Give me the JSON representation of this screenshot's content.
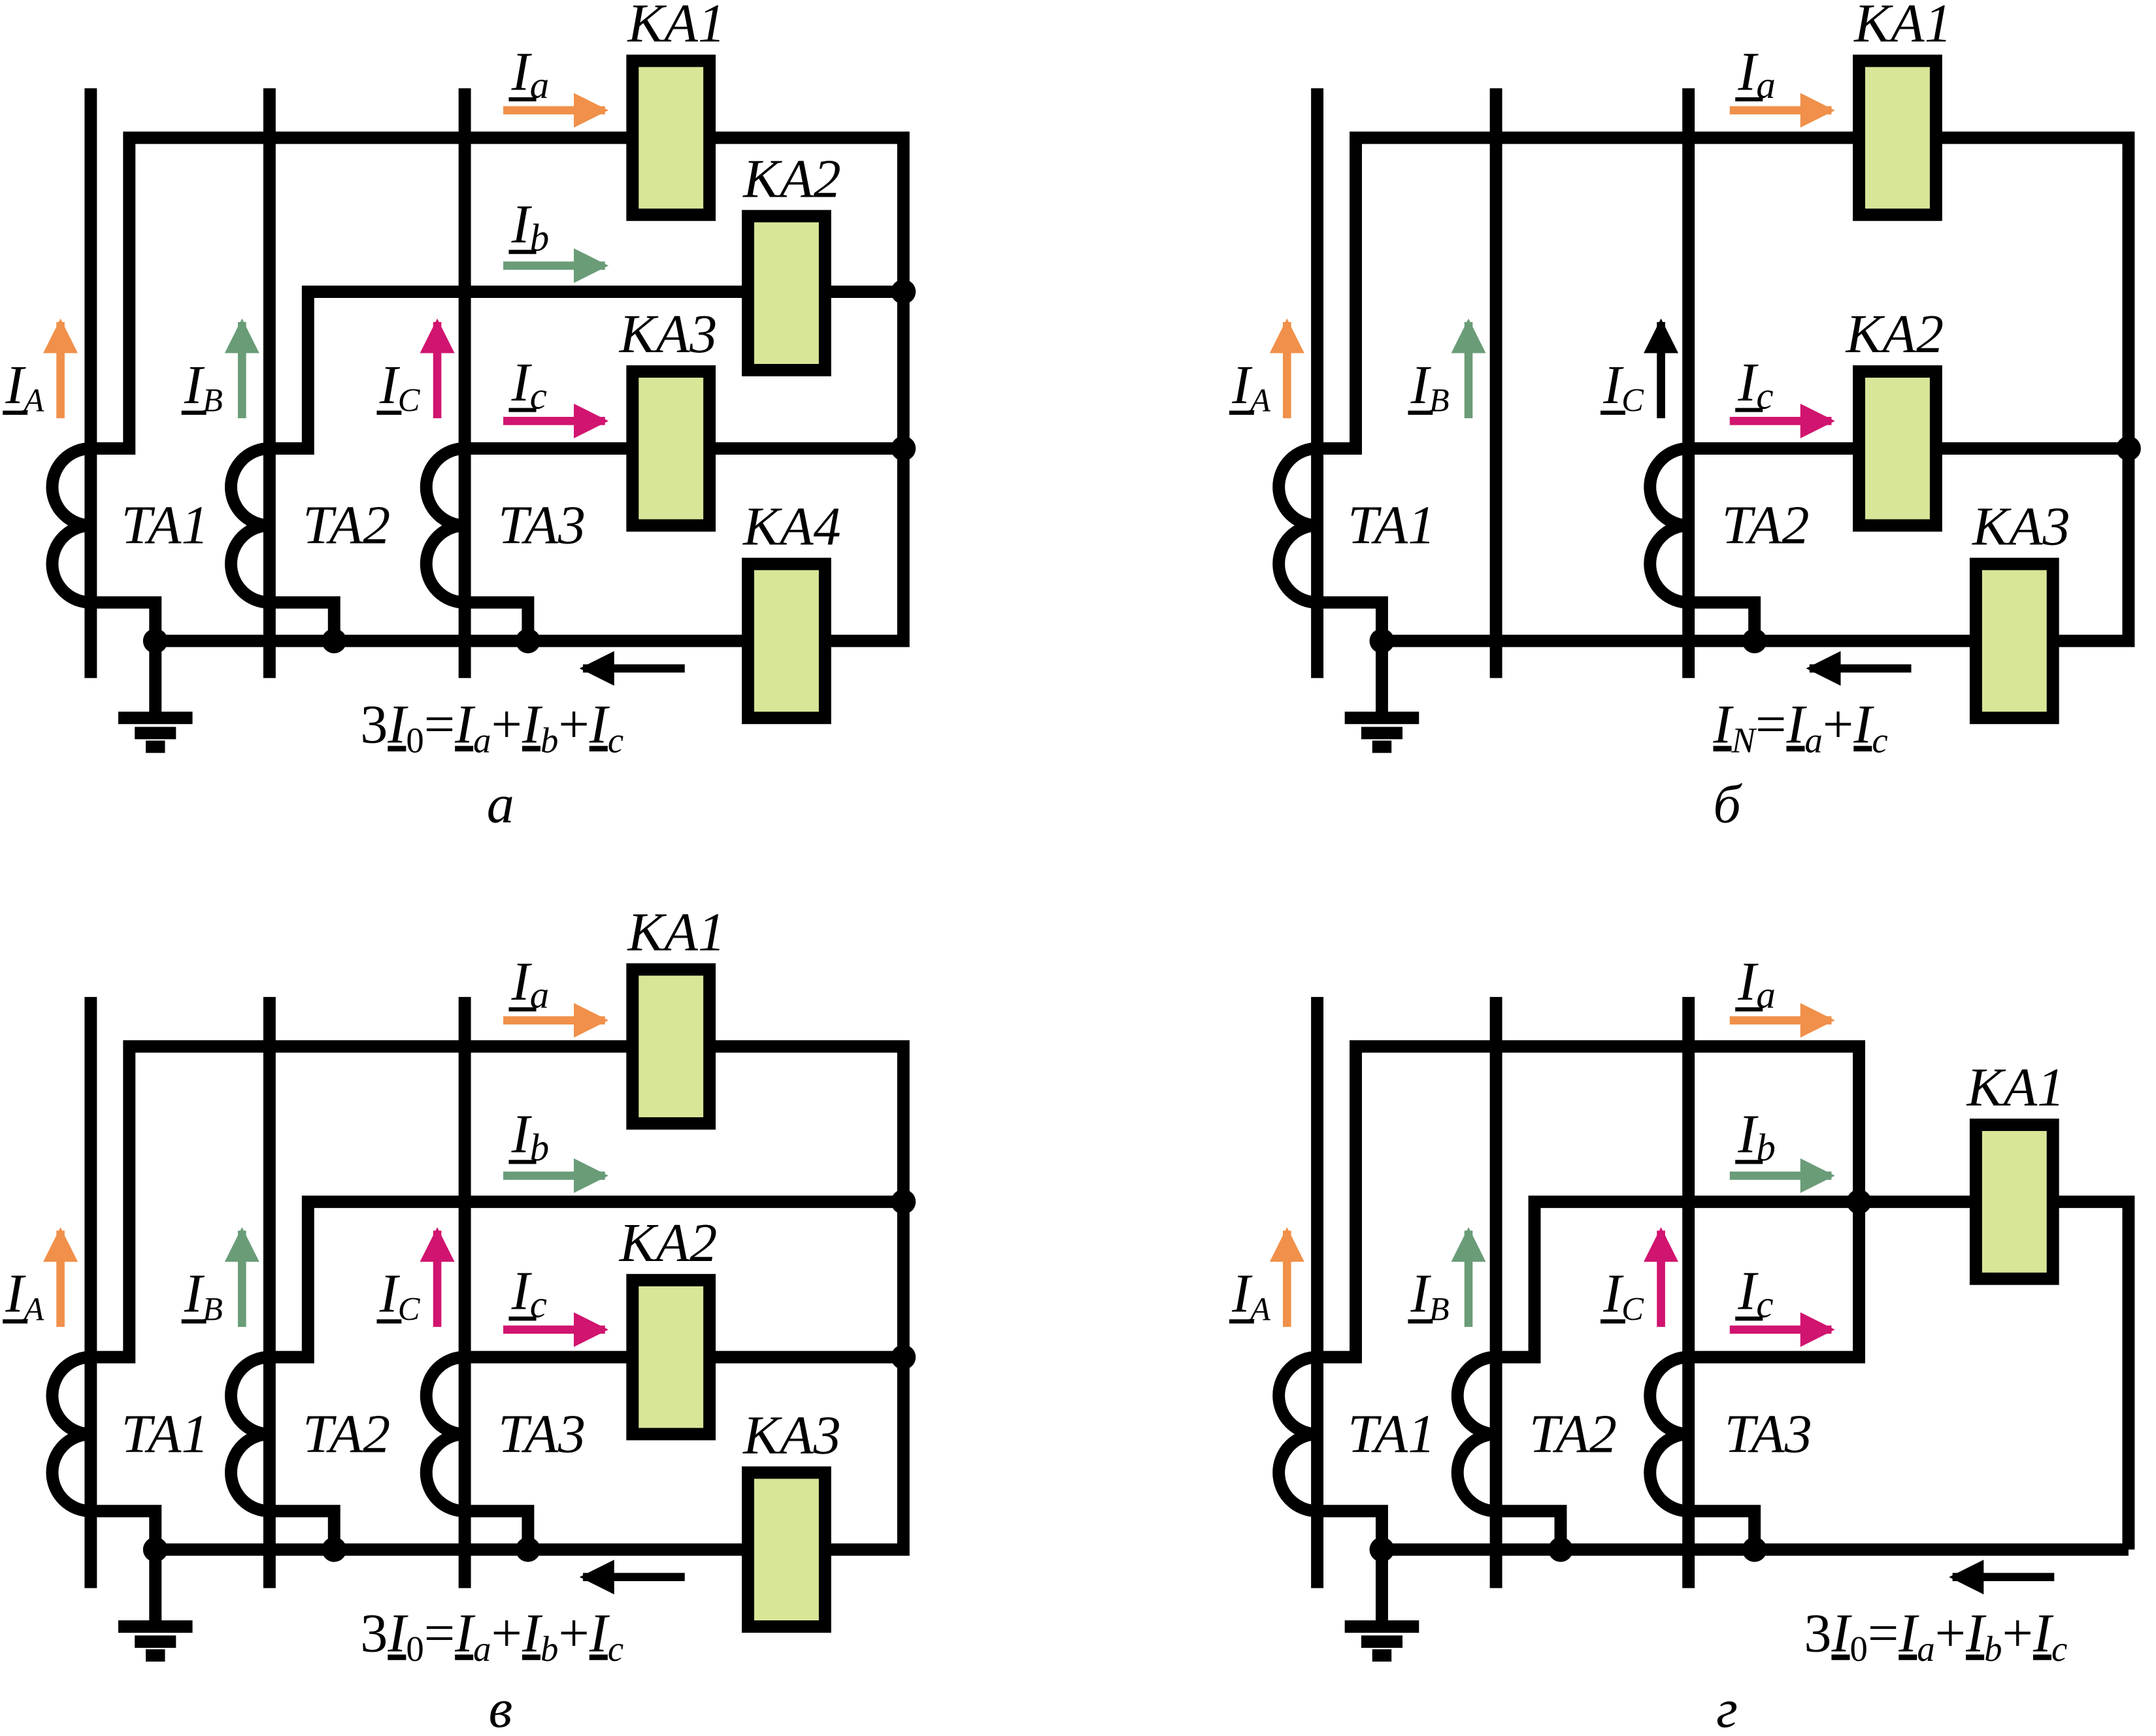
{
  "colors": {
    "phase_a": "#f0904a",
    "phase_b": "#6a9c78",
    "phase_c": "#d0146f",
    "neutral": "#000000",
    "relay_fill": "#d7e697"
  },
  "panels": [
    {
      "caption": "а",
      "relays": [
        "KA1",
        "KA2",
        "KA3",
        "KA4"
      ],
      "transformers": [
        "TA1",
        "TA2",
        "TA3"
      ],
      "primary_currents": [
        {
          "symbol": "I",
          "sub": "A"
        },
        {
          "symbol": "I",
          "sub": "B"
        },
        {
          "symbol": "I",
          "sub": "C"
        }
      ],
      "secondary_currents": [
        {
          "symbol": "I",
          "sub": "a"
        },
        {
          "symbol": "I",
          "sub": "b"
        },
        {
          "symbol": "I",
          "sub": "c"
        }
      ],
      "formula": [
        {
          "t": "3",
          "i": false
        },
        {
          "t": "I",
          "i": true,
          "u": true
        },
        {
          "t": "0",
          "sub": true,
          "i": false
        },
        {
          "t": "=",
          "i": false
        },
        {
          "t": "I",
          "i": true,
          "u": true
        },
        {
          "t": "a",
          "sub": true,
          "i": true
        },
        {
          "t": "+",
          "i": false
        },
        {
          "t": "I",
          "i": true,
          "u": true
        },
        {
          "t": "b",
          "sub": true,
          "i": true
        },
        {
          "t": "+",
          "i": false
        },
        {
          "t": "I",
          "i": true,
          "u": true
        },
        {
          "t": "c",
          "sub": true,
          "i": true
        }
      ]
    },
    {
      "caption": "б",
      "relays": [
        "KA1",
        "KA2",
        "KA3"
      ],
      "transformers": [
        "TA1",
        "TA2"
      ],
      "primary_currents": [
        {
          "symbol": "I",
          "sub": "A"
        },
        {
          "symbol": "I",
          "sub": "B"
        },
        {
          "symbol": "I",
          "sub": "C"
        }
      ],
      "secondary_currents": [
        {
          "symbol": "I",
          "sub": "a"
        },
        {
          "symbol": "I",
          "sub": "c"
        }
      ],
      "formula": [
        {
          "t": "I",
          "i": true,
          "u": true
        },
        {
          "t": "N",
          "sub": true,
          "i": true
        },
        {
          "t": "=",
          "i": false
        },
        {
          "t": "I",
          "i": true,
          "u": true
        },
        {
          "t": "a",
          "sub": true,
          "i": true
        },
        {
          "t": "+",
          "i": false
        },
        {
          "t": "I",
          "i": true,
          "u": true
        },
        {
          "t": "c",
          "sub": true,
          "i": true
        }
      ]
    },
    {
      "caption": "в",
      "relays": [
        "KA1",
        "KA2",
        "KA3"
      ],
      "transformers": [
        "TA1",
        "TA2",
        "TA3"
      ],
      "primary_currents": [
        {
          "symbol": "I",
          "sub": "A"
        },
        {
          "symbol": "I",
          "sub": "B"
        },
        {
          "symbol": "I",
          "sub": "C"
        }
      ],
      "secondary_currents": [
        {
          "symbol": "I",
          "sub": "a"
        },
        {
          "symbol": "I",
          "sub": "b"
        },
        {
          "symbol": "I",
          "sub": "c"
        }
      ],
      "formula": [
        {
          "t": "3",
          "i": false
        },
        {
          "t": "I",
          "i": true,
          "u": true
        },
        {
          "t": "0",
          "sub": true,
          "i": false
        },
        {
          "t": "=",
          "i": false
        },
        {
          "t": "I",
          "i": true,
          "u": true
        },
        {
          "t": "a",
          "sub": true,
          "i": true
        },
        {
          "t": "+",
          "i": false
        },
        {
          "t": "I",
          "i": true,
          "u": true
        },
        {
          "t": "b",
          "sub": true,
          "i": true
        },
        {
          "t": "+",
          "i": false
        },
        {
          "t": "I",
          "i": true,
          "u": true
        },
        {
          "t": "c",
          "sub": true,
          "i": true
        }
      ]
    },
    {
      "caption": "г",
      "relays": [
        "KA1"
      ],
      "transformers": [
        "TA1",
        "TA2",
        "TA3"
      ],
      "primary_currents": [
        {
          "symbol": "I",
          "sub": "A"
        },
        {
          "symbol": "I",
          "sub": "B"
        },
        {
          "symbol": "I",
          "sub": "C"
        }
      ],
      "secondary_currents": [
        {
          "symbol": "I",
          "sub": "a"
        },
        {
          "symbol": "I",
          "sub": "b"
        },
        {
          "symbol": "I",
          "sub": "c"
        }
      ],
      "formula": [
        {
          "t": "3",
          "i": false
        },
        {
          "t": "I",
          "i": true,
          "u": true
        },
        {
          "t": "0",
          "sub": true,
          "i": false
        },
        {
          "t": "=",
          "i": false
        },
        {
          "t": "I",
          "i": true,
          "u": true
        },
        {
          "t": "a",
          "sub": true,
          "i": true
        },
        {
          "t": "+",
          "i": false
        },
        {
          "t": "I",
          "i": true,
          "u": true
        },
        {
          "t": "b",
          "sub": true,
          "i": true
        },
        {
          "t": "+",
          "i": false
        },
        {
          "t": "I",
          "i": true,
          "u": true
        },
        {
          "t": "c",
          "sub": true,
          "i": true
        }
      ]
    }
  ]
}
